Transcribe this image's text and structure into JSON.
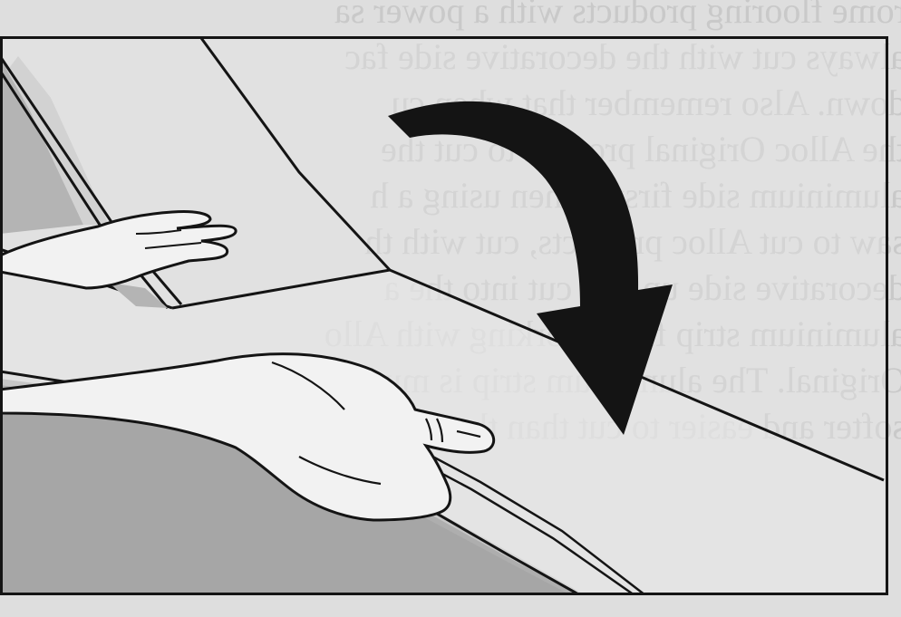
{
  "illustration": {
    "subject": "installation step: hand lifting and rotating a laminate flooring plank into place",
    "arrow_direction": "clockwise-down",
    "colors": {
      "paper": "#dedede",
      "panel": "#e8e8e8",
      "ink": "#141414",
      "light_shade": "#d2d2d2",
      "mid_shade": "#b4b4b4",
      "dark_shade": "#a6a6a6",
      "skin": "#f2f2f2"
    }
  },
  "bleed_through_lines": [
    "rome flooring products with a power sa",
    "always cut with the decorative side fac",
    "down.  Also remember that when cu",
    "the Alloc Original product to cut the",
    "aluminium side first.  When using a h",
    "saw to cut Alloc products, cut with th",
    "decorative side up and cut into the a",
    "aluminium strip first, working with Allo",
    "Original.  The aluminium strip is mu",
    "softer and easier to cut than the lamina"
  ]
}
